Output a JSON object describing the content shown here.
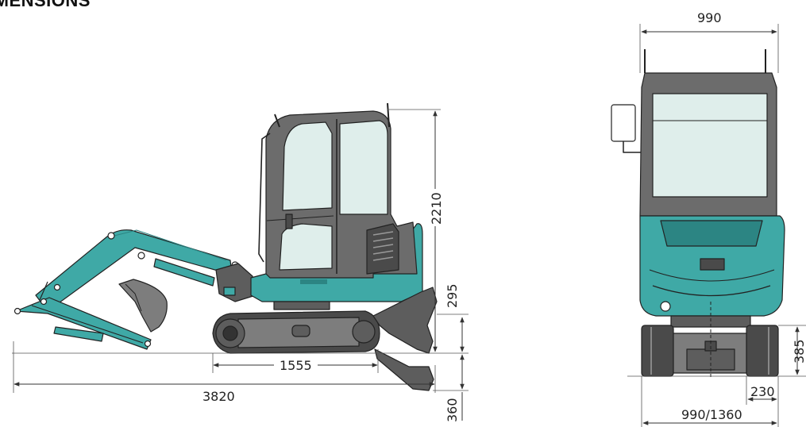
{
  "title": "IMENSIONS",
  "dimensions": {
    "side": {
      "overall_length": "3820",
      "track_length": "1555",
      "cab_height": "2210",
      "ground_clearance": "295",
      "blade_depth": "360"
    },
    "front": {
      "cab_width": "990",
      "track_height": "385",
      "track_width": "230",
      "track_gauge": "990/1360"
    }
  },
  "colors": {
    "teal": "#3fa9a6",
    "teal_dark": "#2c8583",
    "body_gray": "#7d7d7d",
    "dark_gray": "#4a4a4a",
    "glass": "#dfeeeb",
    "outline": "#222222"
  }
}
